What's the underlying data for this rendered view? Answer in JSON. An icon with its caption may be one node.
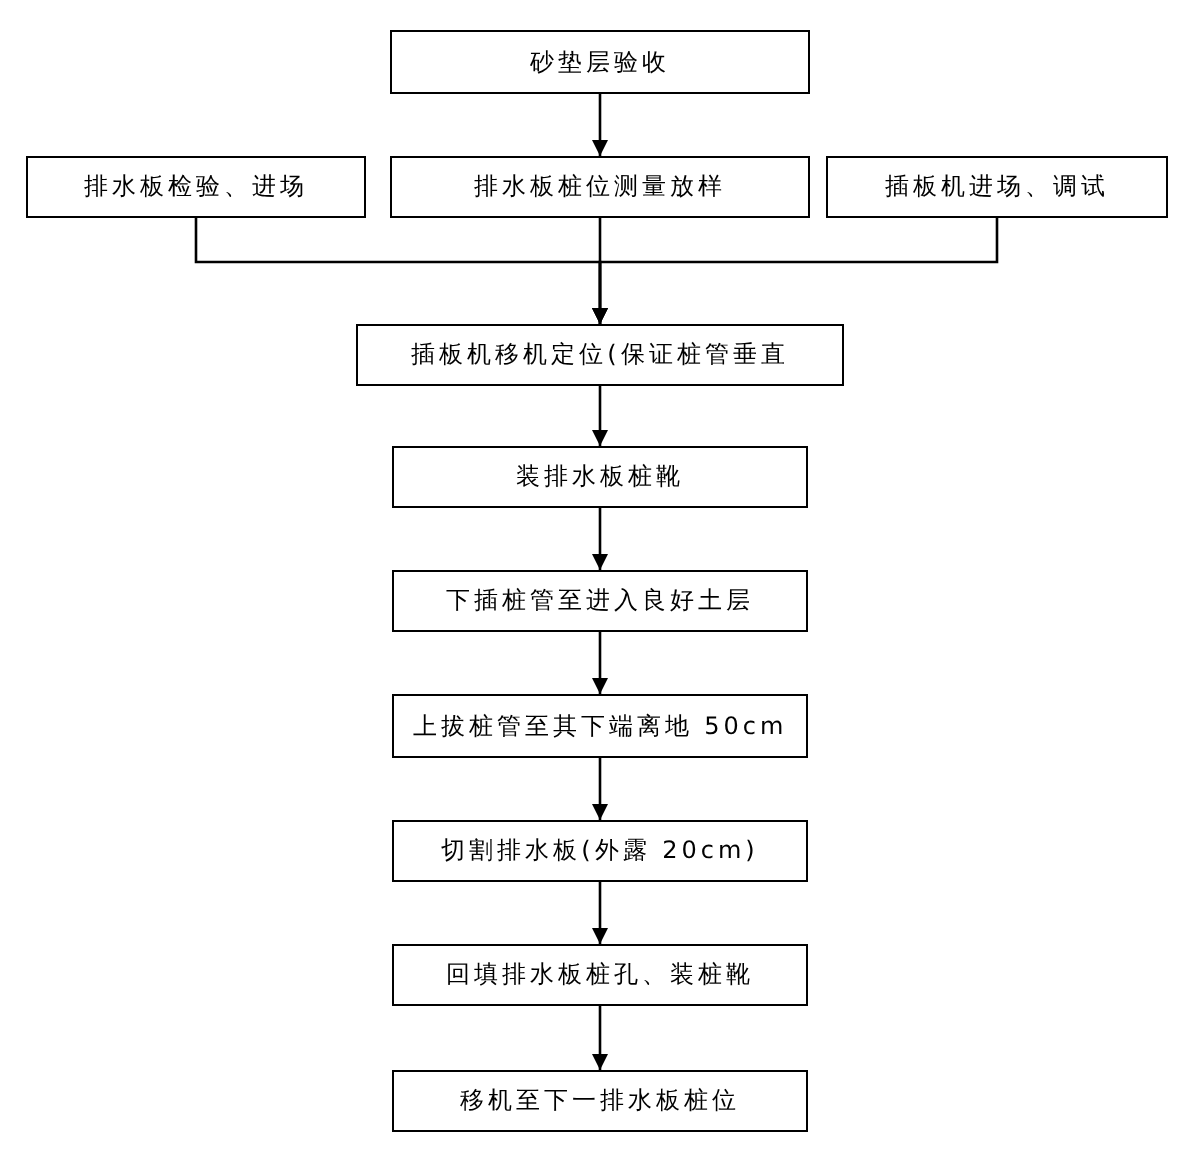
{
  "diagram": {
    "nodes": [
      {
        "text": [
          "砂垫层验收"
        ]
      },
      {
        "text": [
          "排水板检验、进场"
        ]
      },
      {
        "text": [
          "排水板桩位测量放样"
        ]
      },
      {
        "text": [
          "插板机进场、调试"
        ]
      },
      {
        "text": [
          "插板机移机定位(保证桩管垂直"
        ]
      },
      {
        "text": [
          "装排水板桩靴"
        ]
      },
      {
        "text": [
          "下插桩管至进入良好土层"
        ]
      },
      {
        "text": [
          "上拔桩管至其下端离地 50cm"
        ]
      },
      {
        "text": [
          "切割排水板(外露 20cm)"
        ]
      },
      {
        "text": [
          "回填排水板桩孔、装桩靴"
        ]
      },
      {
        "text": [
          "移机至下一排水板桩位"
        ]
      }
    ],
    "edges": [
      {
        "from": 0,
        "to": 2,
        "arrow": "to"
      },
      {
        "from": 1,
        "to": 4,
        "arrow": "to"
      },
      {
        "from": 2,
        "to": 4,
        "arrow": "to"
      },
      {
        "from": 3,
        "to": 4,
        "arrow": "to"
      },
      {
        "from": 4,
        "to": 5,
        "arrow": "to"
      },
      {
        "from": 5,
        "to": 6,
        "arrow": "to"
      },
      {
        "from": 6,
        "to": 7,
        "arrow": "to"
      },
      {
        "from": 7,
        "to": 8,
        "arrow": "to"
      },
      {
        "from": 8,
        "to": 9,
        "arrow": "to"
      },
      {
        "from": 9,
        "to": 10,
        "arrow": "to"
      }
    ]
  }
}
